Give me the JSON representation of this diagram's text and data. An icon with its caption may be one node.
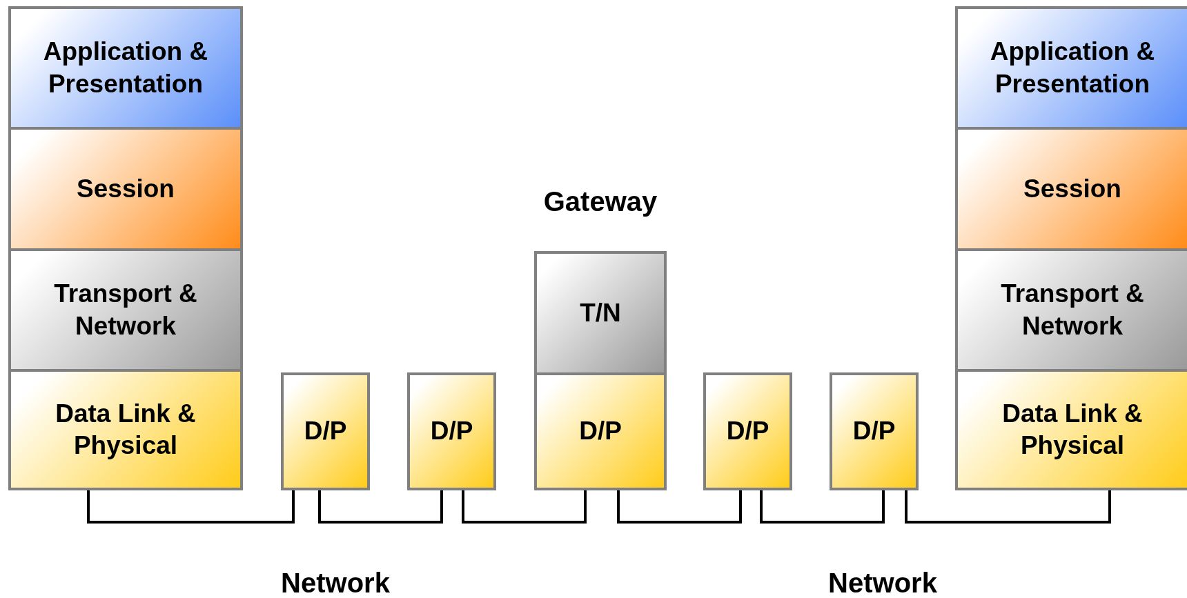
{
  "diagram": {
    "nodes": [
      {
        "text": [
          "Application & Presentation"
        ]
      },
      {
        "text": [
          "Session"
        ]
      },
      {
        "text": [
          "Transport & Network"
        ]
      },
      {
        "text": [
          "Data Link & Physical"
        ]
      },
      {
        "text": [
          "D/P"
        ]
      },
      {
        "text": [
          "D/P"
        ]
      },
      {
        "text": [
          "T/N"
        ],
        "beside": [
          "Gateway"
        ]
      },
      {
        "text": [
          "D/P"
        ]
      },
      {
        "text": [
          "D/P"
        ]
      },
      {
        "text": [
          "D/P"
        ]
      },
      {
        "text": [
          "Application & Presentation"
        ]
      },
      {
        "text": [
          "Session"
        ]
      },
      {
        "text": [
          "Transport & Network"
        ]
      },
      {
        "text": [
          "Data Link & Physical"
        ]
      }
    ],
    "edges": [
      {
        "from": 3,
        "to": 4,
        "arrow": "none"
      },
      {
        "from": 4,
        "to": 5,
        "arrow": "none"
      },
      {
        "from": 5,
        "to": 7,
        "arrow": "none"
      },
      {
        "from": 7,
        "to": 8,
        "arrow": "none"
      },
      {
        "from": 8,
        "to": 9,
        "arrow": "none"
      },
      {
        "from": 9,
        "to": 13,
        "arrow": "none"
      }
    ],
    "labels": [
      "Network",
      "Network"
    ]
  }
}
